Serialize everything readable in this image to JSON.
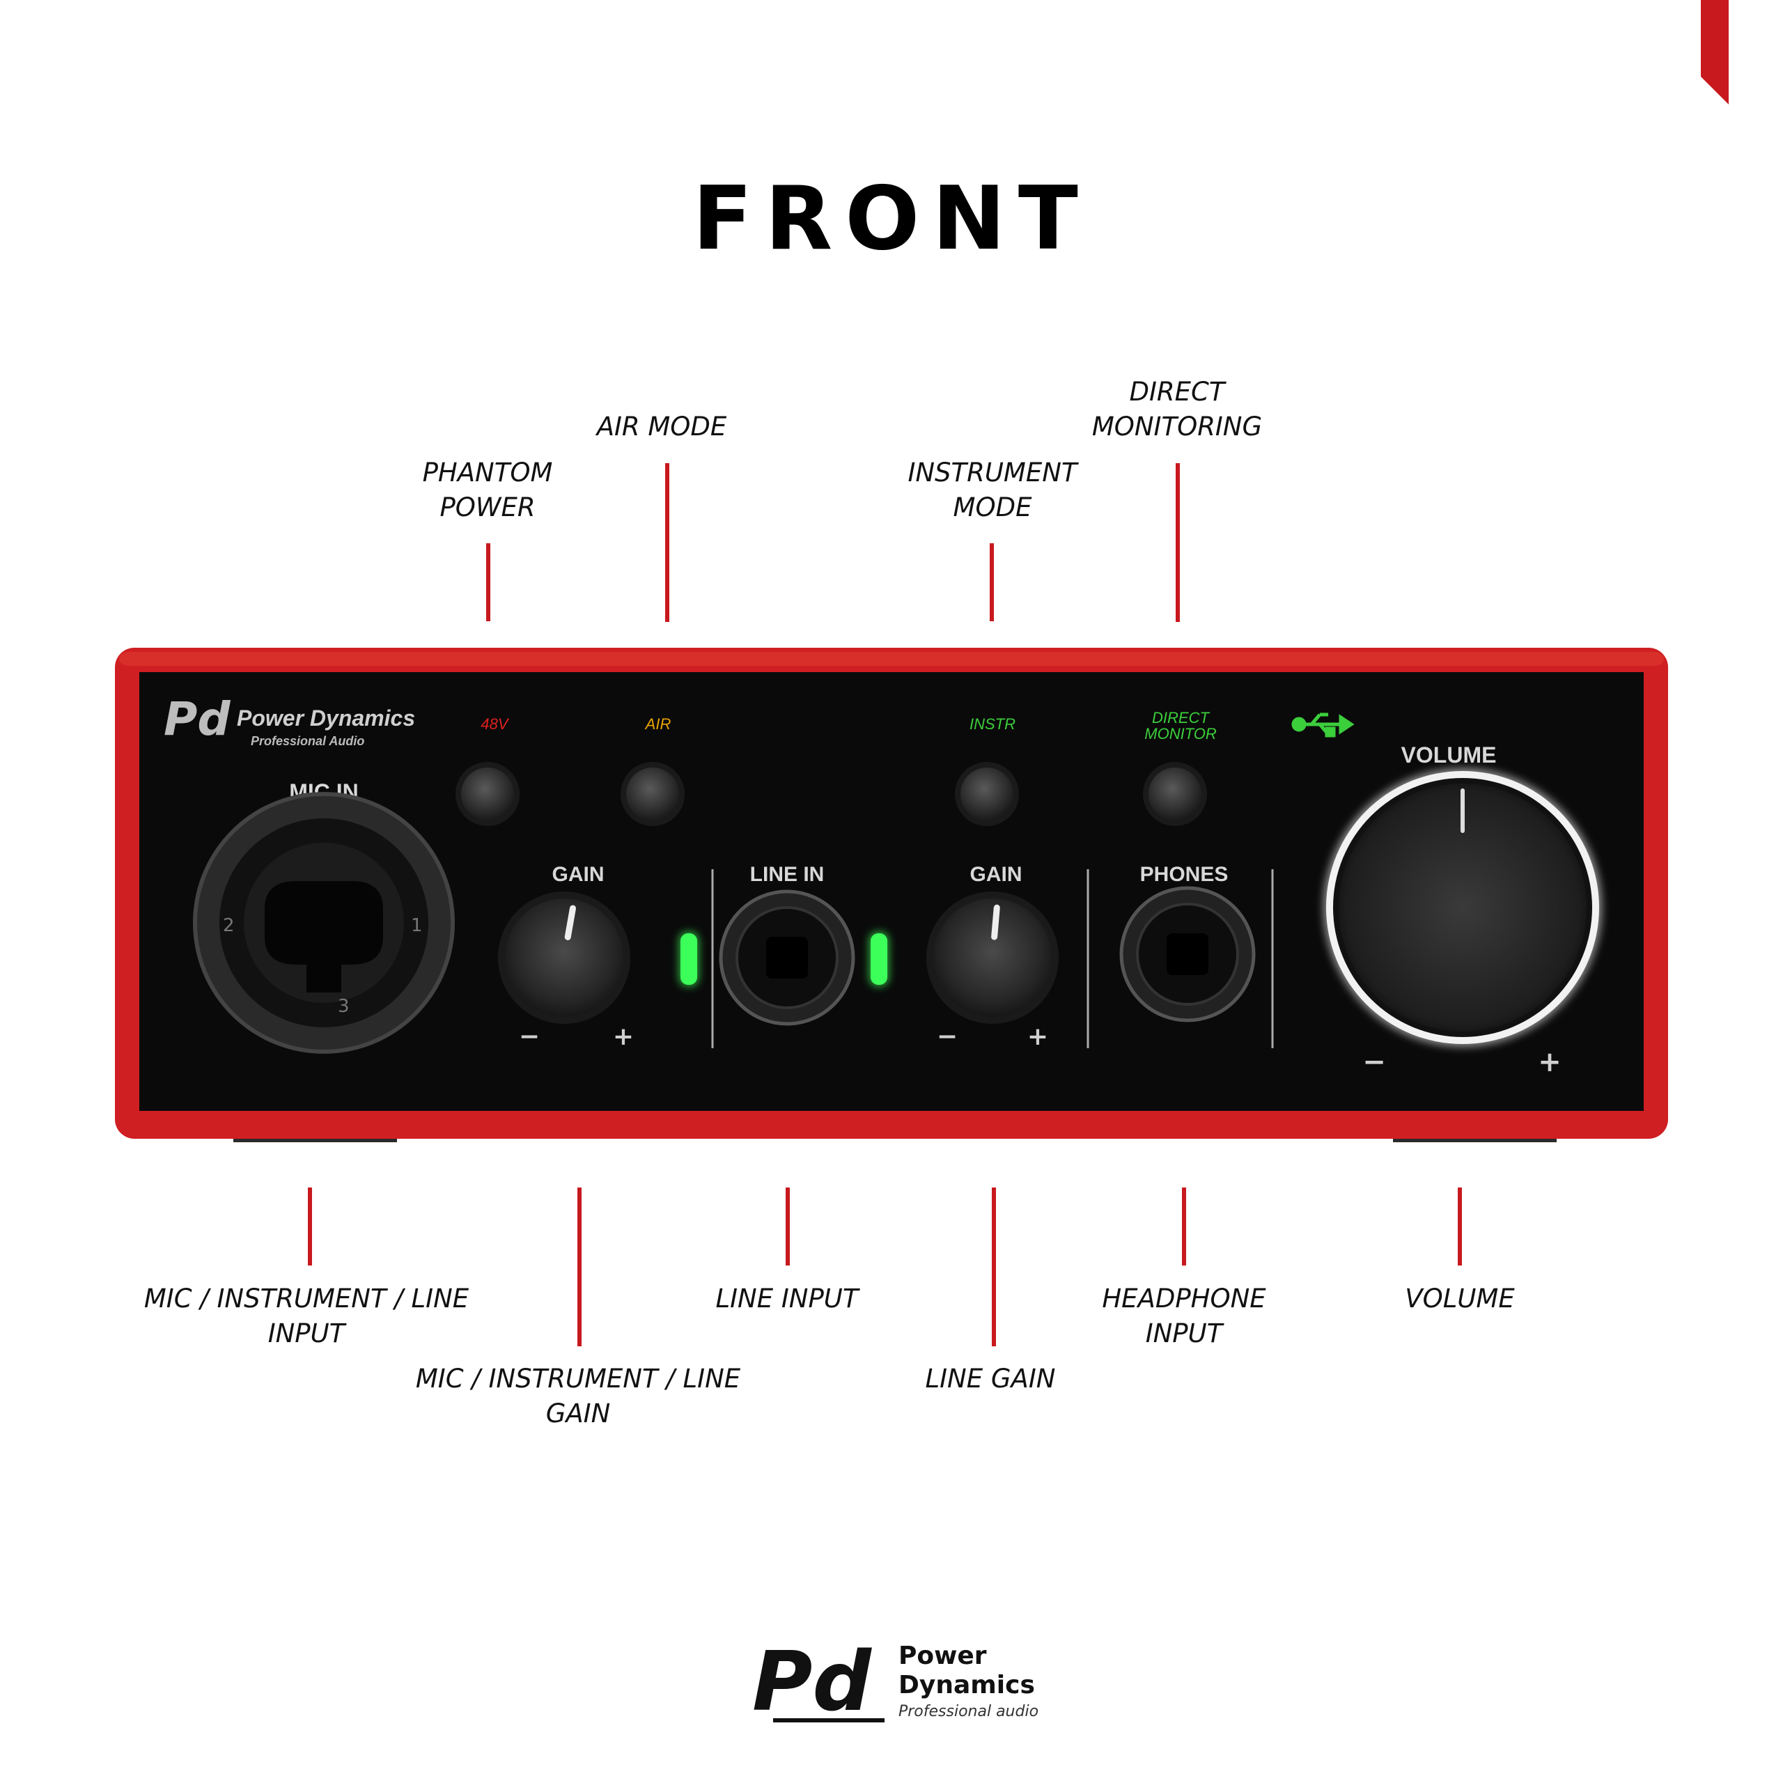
{
  "title": "FRONT",
  "callouts_top": [
    {
      "id": "phantom",
      "text": "PHANTOM\nPOWER"
    },
    {
      "id": "air",
      "text": "AIR MODE"
    },
    {
      "id": "instrument",
      "text": "INSTRUMENT\nMODE"
    },
    {
      "id": "direct",
      "text": "DIRECT\nMONITORING"
    }
  ],
  "callouts_bottom": [
    {
      "id": "mic-input",
      "text": "MIC / INSTRUMENT / LINE\nINPUT"
    },
    {
      "id": "mic-gain",
      "text": "MIC / INSTRUMENT / LINE\nGAIN"
    },
    {
      "id": "line-input",
      "text": "LINE INPUT"
    },
    {
      "id": "line-gain",
      "text": "LINE GAIN"
    },
    {
      "id": "headphone",
      "text": "HEADPHONE\nINPUT"
    },
    {
      "id": "volume",
      "text": "VOLUME"
    }
  ],
  "panel": {
    "brand": "Power Dynamics",
    "brand_sub": "Professional Audio",
    "mic_in": "MIC IN",
    "btn_48v": "48V",
    "btn_air": "AIR",
    "btn_instr": "INSTR",
    "btn_direct_1": "DIRECT",
    "btn_direct_2": "MONITOR",
    "gain": "GAIN",
    "line_in": "LINE IN",
    "phones": "PHONES",
    "volume": "VOLUME",
    "minus": "−",
    "plus": "+",
    "xlr_pins": [
      "2",
      "1",
      "3"
    ]
  },
  "footer": {
    "line1": "Power",
    "line2": "Dynamics",
    "line3": "Professional audio"
  },
  "colors": {
    "accent_red": "#c8191e",
    "enclosure_red": "#d42222",
    "panel_black": "#0a0a0a",
    "led_green": "#3dff5a",
    "label_48v": "#e02020",
    "label_air": "#e8a400",
    "label_green": "#3ccf3c"
  },
  "icons": [
    "usb-icon",
    "pd-logo-icon",
    "ribbon-icon"
  ]
}
